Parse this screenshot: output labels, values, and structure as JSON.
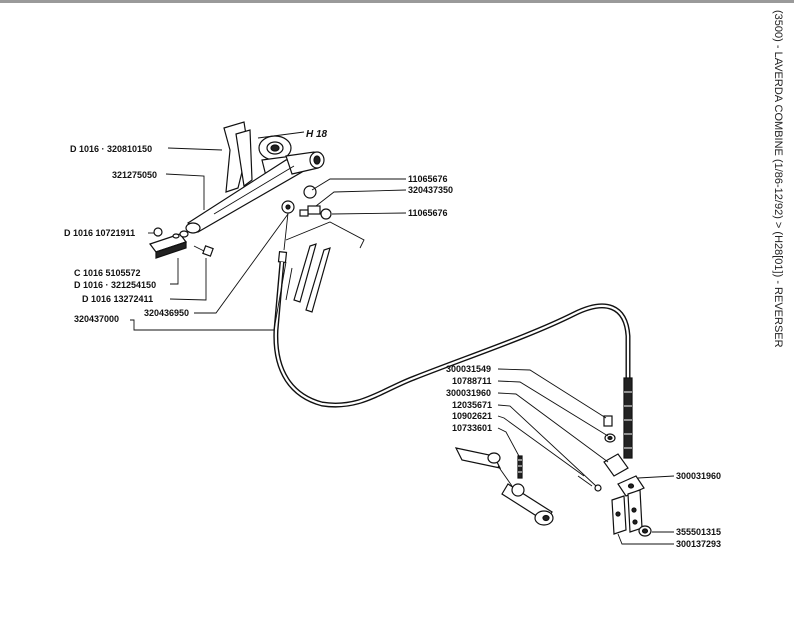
{
  "page": {
    "side_title": "(3500) - LAVERDA COMBINE (1/86-12/92) > (H28[01]) - REVERSER"
  },
  "callouts": {
    "lever_ref": "H 18",
    "left": [
      "D 1016 · 320810150",
      "321275050",
      "D 1016 10721911",
      "C 1016   5105572",
      "D 1016 · 321254150",
      "D 1016 13272411",
      "320436950",
      "320437000"
    ],
    "upper_right": [
      "11065676",
      "320437350",
      "11065676"
    ],
    "lower_left": [
      "300031549",
      "10788711",
      "300031960",
      "12035671",
      "10902621",
      "10733601"
    ],
    "lower_right": [
      "300031960",
      "355501315",
      "300137293"
    ]
  },
  "colors": {
    "ink": "#111111",
    "paper": "#ffffff",
    "top_rule": "#9a9a9a"
  },
  "icons": [
    "exploded-parts-drawing"
  ]
}
